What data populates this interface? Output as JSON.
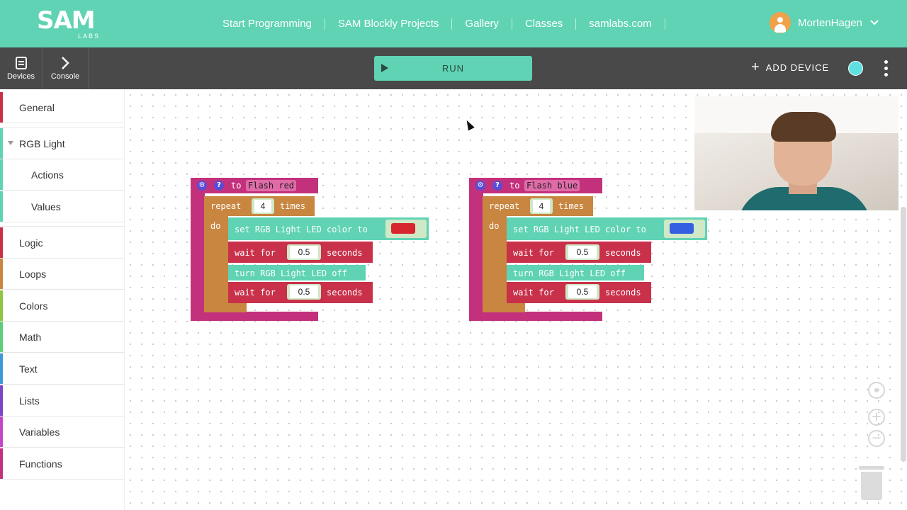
{
  "app": {
    "logo_main": "SAM",
    "logo_sub": "LABS"
  },
  "nav": {
    "links": [
      "Start Programming",
      "SAM Blockly Projects",
      "Gallery",
      "Classes",
      "samlabs.com"
    ],
    "user_name": "MortenHagen"
  },
  "toolbar": {
    "devices_label": "Devices",
    "console_label": "Console",
    "run_label": "RUN",
    "add_device_label": "ADD DEVICE",
    "add_device_icon": "+",
    "status_color": "#5fe0e0"
  },
  "sidebar": {
    "categories": [
      {
        "label": "General",
        "color": "#c9304a"
      },
      {
        "label": "RGB Light",
        "color": "#5fd3b3"
      },
      {
        "label": "Actions",
        "color": "#5fd3b3"
      },
      {
        "label": "Values",
        "color": "#5fd3b3"
      },
      {
        "label": "Logic",
        "color": "#c9304a"
      },
      {
        "label": "Loops",
        "color": "#c88640"
      },
      {
        "label": "Colors",
        "color": "#8ec63f"
      },
      {
        "label": "Math",
        "color": "#5ccf7a"
      },
      {
        "label": "Text",
        "color": "#3c9ad8"
      },
      {
        "label": "Lists",
        "color": "#7b45c7"
      },
      {
        "label": "Variables",
        "color": "#c545c9"
      },
      {
        "label": "Functions",
        "color": "#c3317c"
      }
    ]
  },
  "workspace": {
    "blocks": [
      {
        "to_label": "to",
        "func_name": "Flash red",
        "repeat_label": "repeat",
        "repeat_count": "4",
        "times_label": "times",
        "do_label": "do",
        "set_color_label": "set RGB Light LED color to",
        "color": "#d7262e",
        "wait_label": "wait for",
        "wait_value_1": "0.5",
        "seconds_label": "seconds",
        "turn_off_label": "turn RGB Light LED off",
        "wait_value_2": "0.5"
      },
      {
        "to_label": "to",
        "func_name": "Flash blue",
        "repeat_label": "repeat",
        "repeat_count": "4",
        "times_label": "times",
        "do_label": "do",
        "set_color_label": "set RGB Light LED color to",
        "color": "#3260e0",
        "wait_label": "wait for",
        "wait_value_1": "0.5",
        "seconds_label": "seconds",
        "turn_off_label": "turn RGB Light LED off",
        "wait_value_2": "0.5"
      }
    ],
    "zoom_in_icon": "+",
    "zoom_out_icon": "−"
  },
  "icons": {
    "devices": "devices-icon",
    "console": "chevron-right-icon",
    "run": "play-icon",
    "menu": "kebab-menu-icon",
    "recenter": "target-icon",
    "zoom_in": "zoom-in-icon",
    "zoom_out": "zoom-out-icon",
    "trash": "trash-icon"
  }
}
